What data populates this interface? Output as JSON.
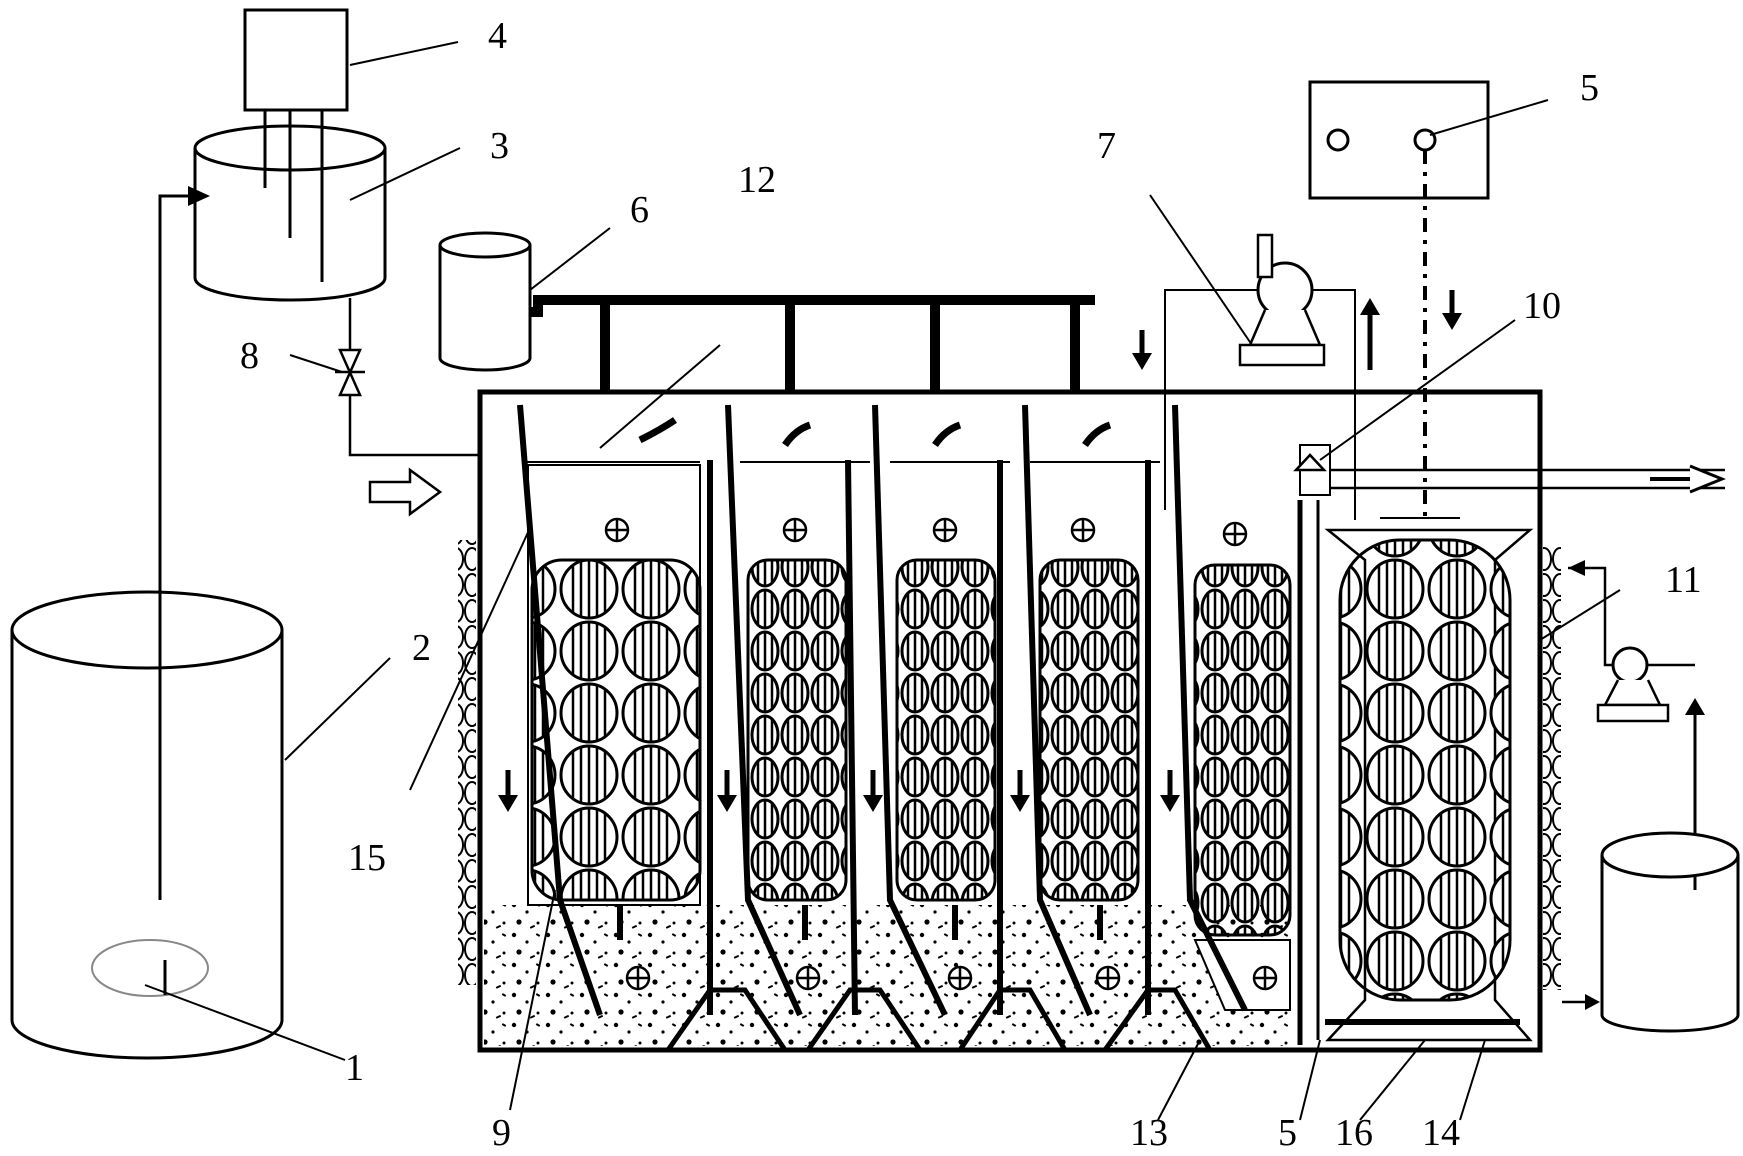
{
  "labels": {
    "n1": "1",
    "n2": "2",
    "n3": "3",
    "n4": "4",
    "n5_top": "5",
    "n5_bottom": "5",
    "n6": "6",
    "n7": "7",
    "n8": "8",
    "n9": "9",
    "n10": "10",
    "n11": "11",
    "n12": "12",
    "n13": "13",
    "n14": "14",
    "n15": "15",
    "n16": "16"
  },
  "icons": {
    "flow_arrow": "down-arrow-icon",
    "aerator": "aerator-icon",
    "pump": "pump-icon",
    "valve": "valve-icon"
  },
  "colors": {
    "line": "#000000",
    "background": "#ffffff"
  }
}
